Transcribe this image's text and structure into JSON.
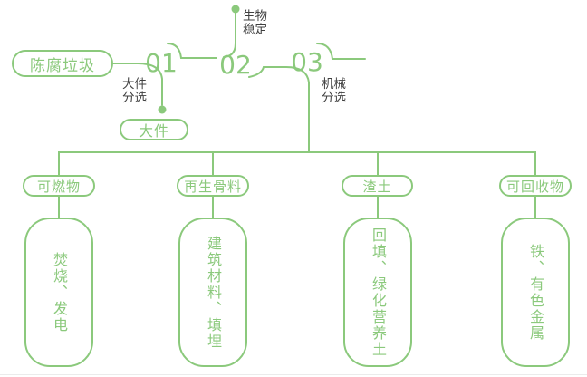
{
  "colors": {
    "green": "#8bc97c",
    "label_text": "#3f3f3f"
  },
  "root_pill": "陈腐垃圾",
  "steps": [
    {
      "num": "01",
      "label": "大件\n分选"
    },
    {
      "num": "02",
      "label": "生物\n稳定"
    },
    {
      "num": "03",
      "label": "机械\n分选"
    }
  ],
  "bulky_pill": "大件",
  "categories": [
    {
      "pill": "可燃物",
      "box": "焚烧、发电"
    },
    {
      "pill": "再生骨料",
      "box": "建筑材料、填埋"
    },
    {
      "pill": "渣土",
      "box": "回填、绿化营养土"
    },
    {
      "pill": "可回收物",
      "box": "铁、有色金属"
    }
  ]
}
